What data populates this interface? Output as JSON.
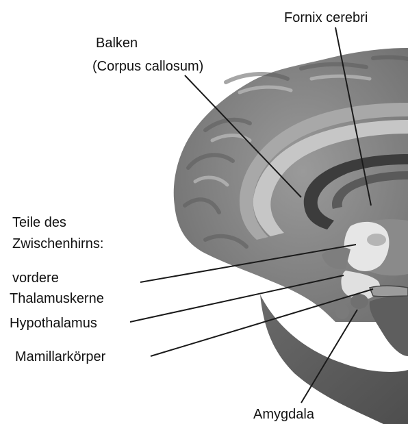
{
  "labels": {
    "fornix": "Fornix cerebri",
    "balken": "Balken",
    "corpus": "(Corpus callosum)",
    "teile_line1": "Teile des",
    "teile_line2": "Zwischenhirns:",
    "vordere": "vordere",
    "thalamus": "Thalamuskerne",
    "hypothalamus": "Hypothalamus",
    "mamillar": "Mamillarkörper",
    "amygdala": "Amygdala"
  },
  "colors": {
    "brain_dark": "#6b6b6b",
    "brain_mid": "#8c8c8c",
    "brain_light": "#b4b4b4",
    "highlight": "#e6e6e6",
    "leader_line": "#1a1a1a"
  }
}
